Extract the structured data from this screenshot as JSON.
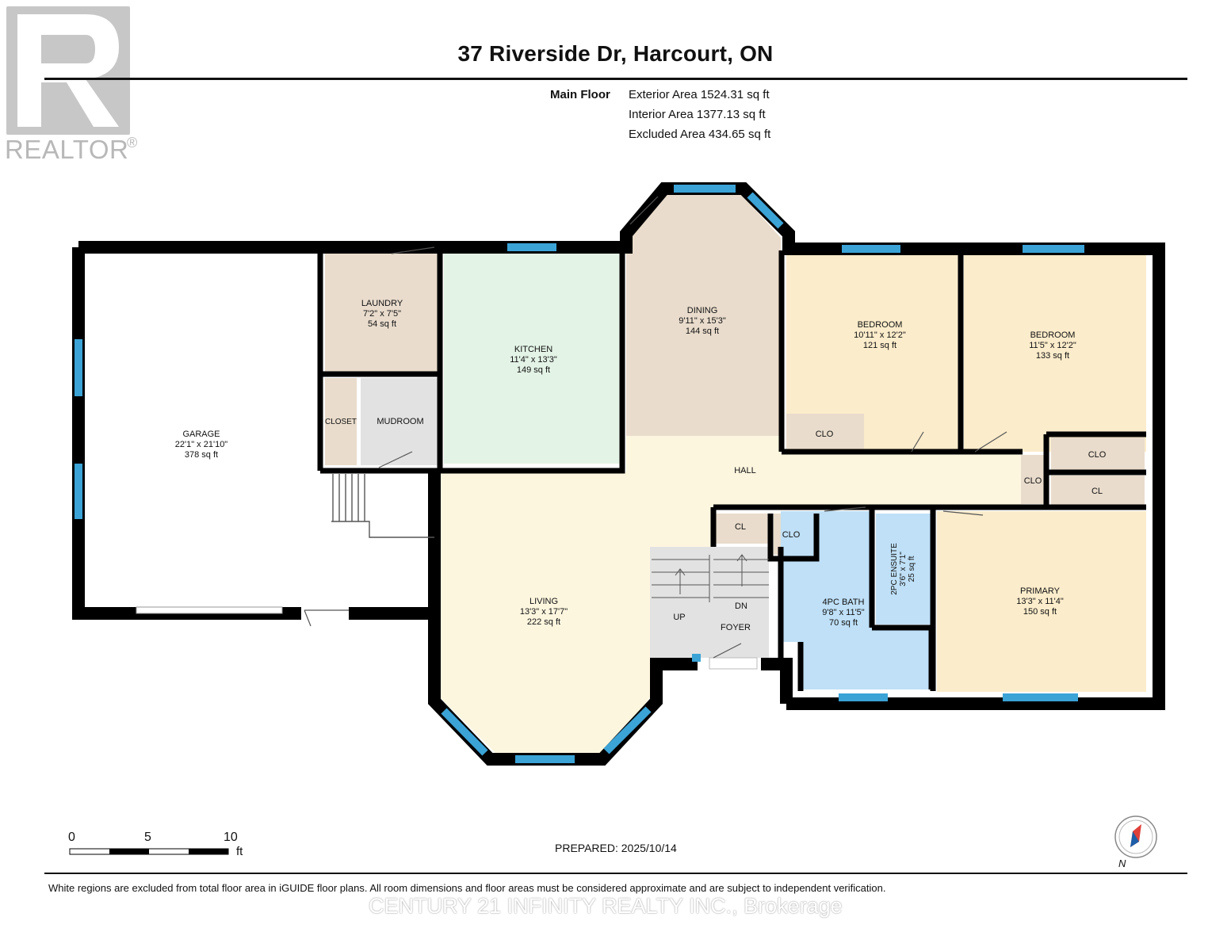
{
  "header": {
    "title": "37 Riverside Dr, Harcourt, ON",
    "floor_label": "Main Floor",
    "exterior_area": "Exterior Area 1524.31 sq ft",
    "interior_area": "Interior Area 1377.13 sq ft",
    "excluded_area": "Excluded Area 434.65 sq ft"
  },
  "logo": {
    "word": "REALTOR",
    "mark": "®"
  },
  "rooms": {
    "garage": {
      "name": "GARAGE",
      "dims": "22'1\" x 21'10\"",
      "area": "378 sq ft"
    },
    "laundry": {
      "name": "LAUNDRY",
      "dims": "7'2\" x 7'5\"",
      "area": "54 sq ft"
    },
    "kitchen": {
      "name": "KITCHEN",
      "dims": "11'4\" x 13'3\"",
      "area": "149 sq ft"
    },
    "dining": {
      "name": "DINING",
      "dims": "9'11\" x 15'3\"",
      "area": "144 sq ft"
    },
    "bedroom1": {
      "name": "BEDROOM",
      "dims": "10'11\" x 12'2\"",
      "area": "121 sq ft"
    },
    "bedroom2": {
      "name": "BEDROOM",
      "dims": "11'5\" x 12'2\"",
      "area": "133 sq ft"
    },
    "living": {
      "name": "LIVING",
      "dims": "13'3\" x 17'7\"",
      "area": "222 sq ft"
    },
    "bath": {
      "name": "4PC BATH",
      "dims": "9'8\" x 11'5\"",
      "area": "70 sq ft"
    },
    "ensuite": {
      "name": "2PC ENSUITE",
      "dims": "3'6\" x 7'1\"",
      "area": "25 sq ft"
    },
    "primary": {
      "name": "PRIMARY",
      "dims": "13'3\" x 11'4\"",
      "area": "150 sq ft"
    },
    "closet": "CLOSET",
    "mudroom": "MUDROOM",
    "hall": "HALL",
    "foyer": "FOYER",
    "up": "UP",
    "dn": "DN",
    "clo": "CLO",
    "cl": "CL"
  },
  "colors": {
    "wall": "#000000",
    "window": "#3ba3d6",
    "garage": "#ffffff",
    "laundry": "#e9dccd",
    "kitchen": "#e3f3e6",
    "dining": "#e9dccc",
    "bedroom": "#fbeccb",
    "hall": "#fdf6df",
    "bath": "#bfe0f7",
    "grey": "#e2e2e2",
    "closet": "#e9dccc"
  },
  "footer": {
    "scale": {
      "zero": "0",
      "five": "5",
      "ten": "10",
      "unit": "ft"
    },
    "prepared": "PREPARED: 2025/10/14",
    "disclaimer": "White regions are excluded from total floor area in iGUIDE floor plans. All room dimensions and floor areas must be considered approximate and are subject to independent verification.",
    "brokerage": "CENTURY 21 INFINITY REALTY INC., Brokerage",
    "compass": "N"
  },
  "icons": [
    "compass-icon",
    "stairs-icon",
    "door-swing-icon",
    "window-icon"
  ]
}
